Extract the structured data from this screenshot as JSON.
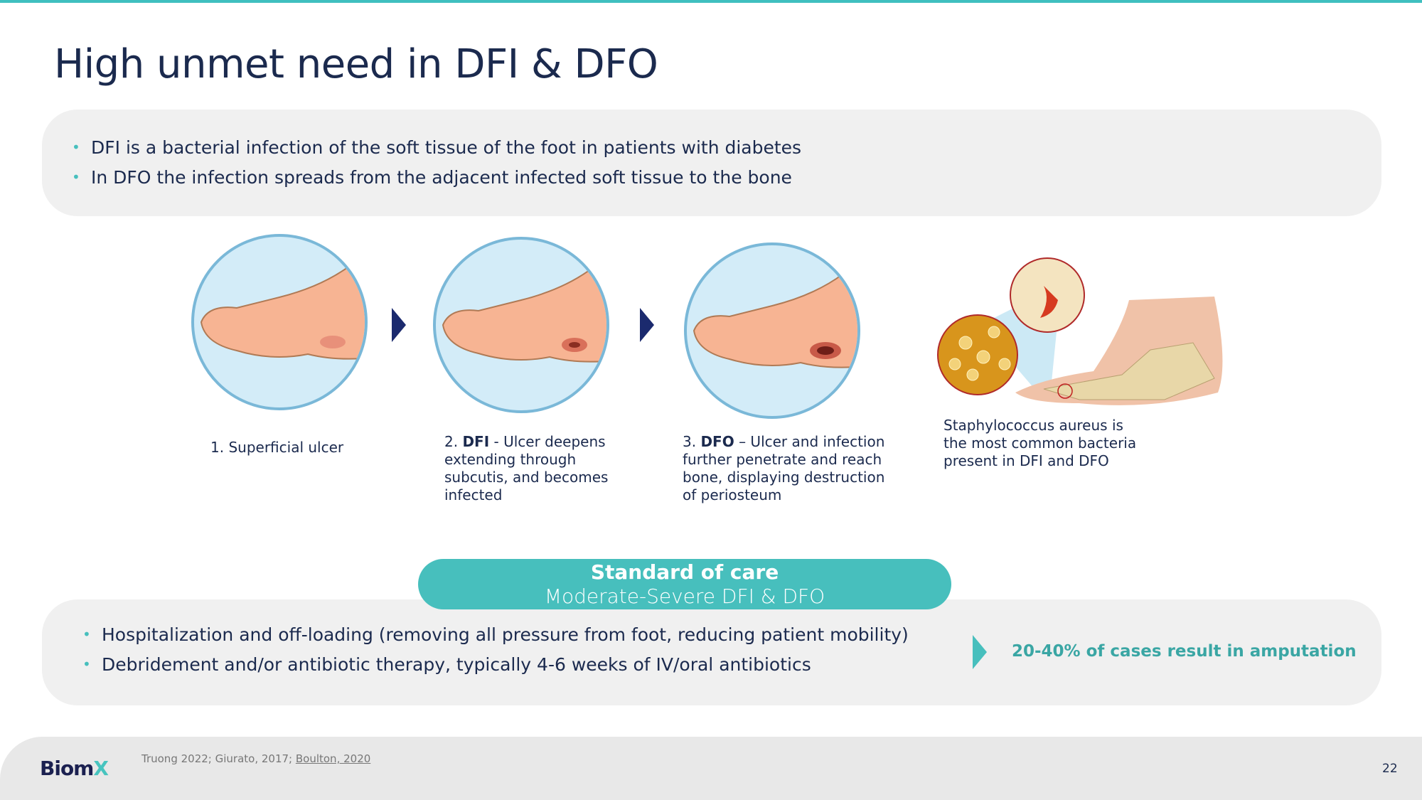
{
  "title": "High unmet need in DFI & DFO",
  "definitions": [
    "DFI is a bacterial infection of the soft tissue of the foot in patients with diabetes",
    "In DFO the infection spreads from the adjacent infected soft tissue to the bone"
  ],
  "stages": [
    {
      "prefix": "1. ",
      "bold": "",
      "text": "Superficial ulcer"
    },
    {
      "prefix": "2. ",
      "bold": "DFI",
      "text": " - Ulcer deepens extending through subcutis, and becomes infected"
    },
    {
      "prefix": "3. ",
      "bold": "DFO",
      "text": " – Ulcer and infection further penetrate and reach bone, displaying destruction of periosteum"
    }
  ],
  "bacteria_caption": "Staphylococcus aureus is the most common bacteria present in DFI and DFO",
  "standard_of_care": {
    "title": "Standard of care",
    "subtitle": "Moderate-Severe DFI & DFO"
  },
  "treatments": [
    "Hospitalization and off-loading (removing all pressure from foot, reducing patient mobility)",
    "Debridement and/or antibiotic therapy, typically 4-6 weeks of IV/oral antibiotics"
  ],
  "outcome": "20-40% of cases result in amputation",
  "footer": {
    "logo_main": "Biom",
    "logo_accent": "X",
    "citation": "Truong 2022; Giurato, 2017; ",
    "citation_link": "Boulton, 2020",
    "page_number": "22"
  },
  "colors": {
    "navy": "#1b2a4e",
    "teal": "#47bfbd",
    "box": "#f0f0f0"
  }
}
